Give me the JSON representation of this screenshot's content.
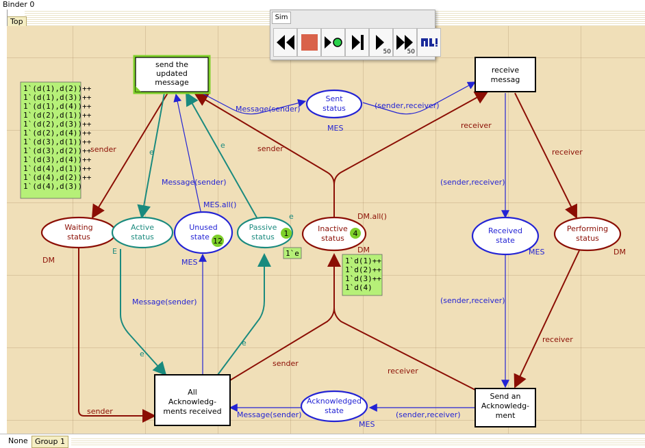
{
  "binder": {
    "title": "Binder 0",
    "tab": "Top"
  },
  "status_bar": {
    "tab_none": "None",
    "tab_group": "Group 1"
  },
  "sim": {
    "tab": "Sim",
    "step_50_a": "50",
    "step_50_b": "50"
  },
  "colors": {
    "dm": "#8b0e04",
    "mes": "#2323d4",
    "e": "#1a8a7e",
    "marking_bg": "#b6f078"
  },
  "places": {
    "waiting": {
      "l1": "Waiting",
      "l2": "status",
      "type": "DM"
    },
    "active": {
      "l1": "Active",
      "l2": "status",
      "type": "E"
    },
    "unused": {
      "l1": "Unused",
      "l2": "state",
      "type": "MES",
      "tokens": "12",
      "init": "MES.all()"
    },
    "passive": {
      "l1": "Passive",
      "l2": "status",
      "type": "e",
      "tokens": "1",
      "marking": "1`e"
    },
    "inactive": {
      "l1": "Inactive",
      "l2": "status",
      "type": "DM",
      "tokens": "4",
      "init": "DM.all()",
      "marking": [
        "1`d(1)++",
        "1`d(2)++",
        "1`d(3)++",
        "1`d(4)"
      ]
    },
    "sent": {
      "l1": "Sent",
      "l2": "status",
      "type": "MES"
    },
    "received": {
      "l1": "Received",
      "l2": "state",
      "type": "MES"
    },
    "performing": {
      "l1": "Performing",
      "l2": "status",
      "type": "DM"
    },
    "acknowledged": {
      "l1": "Acknowledged",
      "l2": "state",
      "type": "MES"
    }
  },
  "transitions": {
    "send_updated": [
      "send the",
      "updated",
      "message"
    ],
    "receive": [
      "receive",
      "messag"
    ],
    "all_ack": [
      "All",
      "Acknowledg-",
      "ments received"
    ],
    "send_ack": [
      "Send an",
      "Acknowledg-",
      "ment"
    ]
  },
  "left_marking": [
    "1`(d(1),d(2))++",
    "1`(d(1),d(3))++",
    "1`(d(1),d(4))++",
    "1`(d(2),d(1))++",
    "1`(d(2),d(3))++",
    "1`(d(2),d(4))++",
    "1`(d(3),d(1))++",
    "1`(d(3),d(2))++",
    "1`(d(3),d(4))++",
    "1`(d(4),d(1))++",
    "1`(d(4),d(2))++",
    "1`(d(4),d(3))"
  ],
  "arcs": {
    "sender": "sender",
    "receiver": "receiver",
    "e": "e",
    "msg_sender": "Message(sender)",
    "sender_receiver": "(sender,receiver)"
  }
}
